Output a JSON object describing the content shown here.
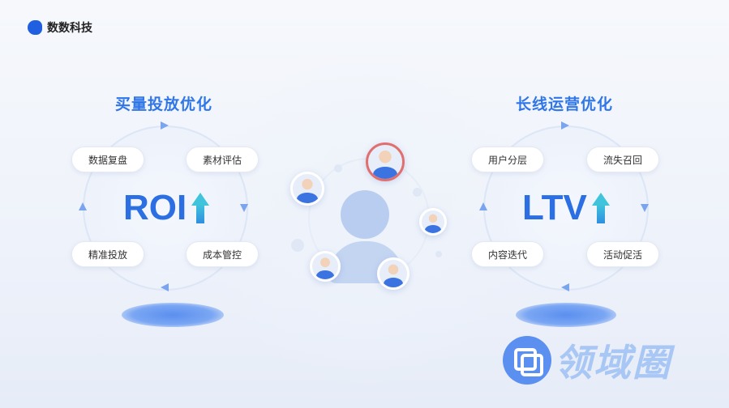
{
  "brand": {
    "name": "数数科技"
  },
  "left": {
    "title": "买量投放优化",
    "metric": "ROI",
    "items": [
      "数据复盘",
      "素材评估",
      "精准投放",
      "成本管控"
    ]
  },
  "right": {
    "title": "长线运营优化",
    "metric": "LTV",
    "items": [
      "用户分层",
      "流失召回",
      "内容迭代",
      "活动促活"
    ]
  },
  "watermark": "领域圈",
  "colors": {
    "accent": "#2b6fe2",
    "arrow": "#3fc4dc"
  }
}
